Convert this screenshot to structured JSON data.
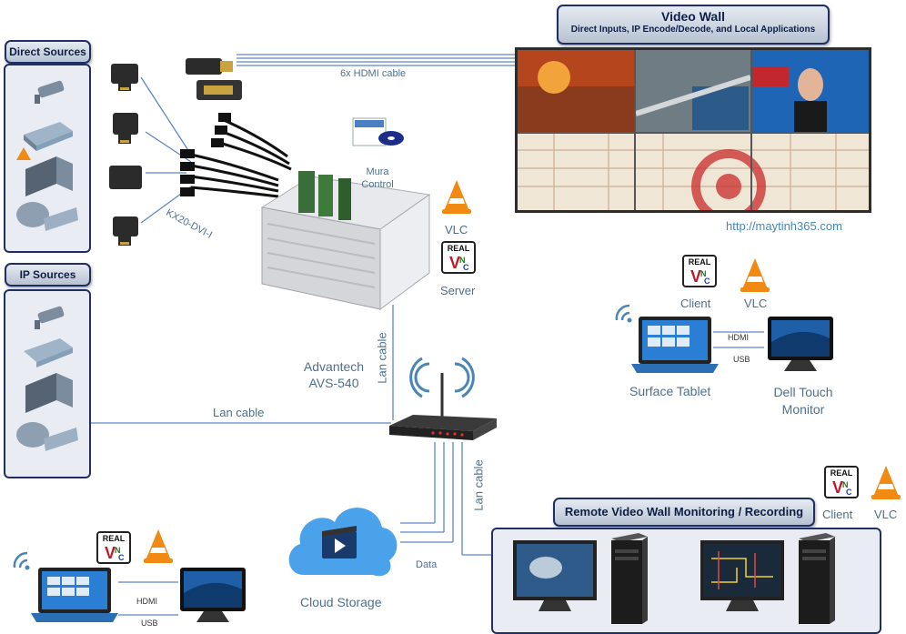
{
  "sections": {
    "direct_sources": "Direct Sources",
    "ip_sources": "IP Sources",
    "video_wall_title": "Video Wall",
    "video_wall_subtitle": "Direct Inputs, IP Encode/Decode, and Local Applications",
    "remote_monitoring": "Remote Video Wall Monitoring / Recording"
  },
  "labels": {
    "hdmi_cable": "6x HDMI cable",
    "kx20": "KX20-DVI-I",
    "mura_control": "Mura\nControl",
    "vlc": "VLC",
    "server": "Server",
    "advantech": "Advantech\nAVS-540",
    "lan_cable": "Lan cable",
    "website": "http://maytinh365.com",
    "client": "Client",
    "surface_tablet": "Surface Tablet",
    "dell_monitor": "Dell Touch\nMonitor",
    "hdmi": "HDMI",
    "usb": "USB",
    "cloud_storage": "Cloud Storage",
    "data": "Data"
  },
  "realvnc": {
    "real": "REAL"
  },
  "colors": {
    "navy": "#1f2f63",
    "link": "#5b87c5",
    "label": "#4e6f8d",
    "vlc": "#f08a12"
  }
}
